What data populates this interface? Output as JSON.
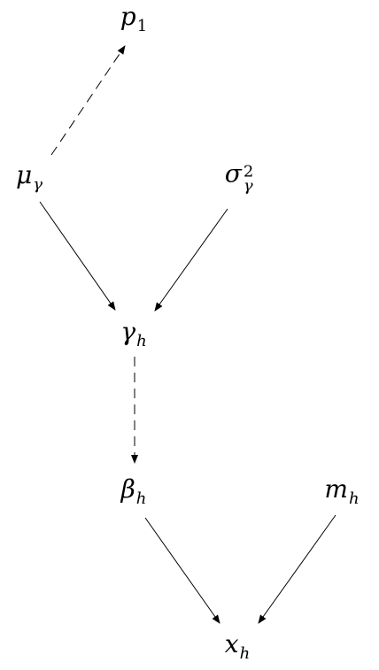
{
  "diagram": {
    "colors": {
      "ink": "#000000",
      "background": "#ffffff"
    },
    "nodes": {
      "p1": {
        "base": "p",
        "sub": "1"
      },
      "mu_gamma": {
        "base": "μ",
        "sub": "γ"
      },
      "sigma2_gamma": {
        "base": "σ",
        "sup": "2",
        "sub": "γ"
      },
      "gamma_h": {
        "base": "γ",
        "sub": "h"
      },
      "beta_h": {
        "base": "β",
        "sub": "h"
      },
      "m_h": {
        "base": "m",
        "sub": "h"
      },
      "x_h": {
        "base": "x",
        "sub": "h"
      }
    },
    "edges": [
      {
        "from": "mu_gamma",
        "to": "p1",
        "style": "dashed"
      },
      {
        "from": "mu_gamma",
        "to": "gamma_h",
        "style": "solid"
      },
      {
        "from": "sigma2_gamma",
        "to": "gamma_h",
        "style": "solid"
      },
      {
        "from": "gamma_h",
        "to": "beta_h",
        "style": "dashed"
      },
      {
        "from": "beta_h",
        "to": "x_h",
        "style": "solid"
      },
      {
        "from": "m_h",
        "to": "x_h",
        "style": "solid"
      }
    ]
  }
}
